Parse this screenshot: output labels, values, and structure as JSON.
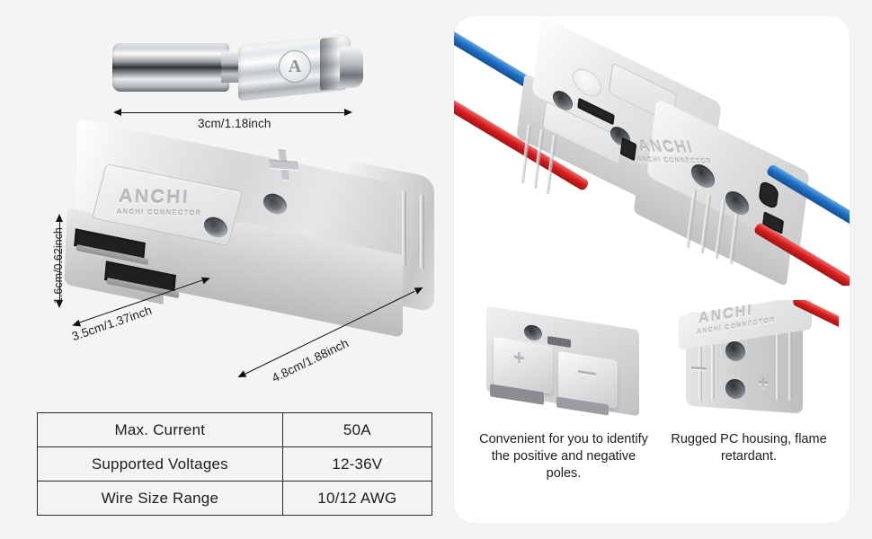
{
  "page": {
    "background_color": "#f4f4f4",
    "card_background": "#ffffff"
  },
  "left_panel": {
    "terminal": {
      "logo_letter": "A",
      "dimension_label": "3cm/1.18inch"
    },
    "connector": {
      "brand_emboss": "ANCHI",
      "brand_sub_emboss": "ANCHI CONNECTOR",
      "positive_mark": "+",
      "height_label": "1.6cm/0.62inch",
      "width_label": "3.5cm/1.37inch",
      "length_label": "4.8cm/1.88inch"
    },
    "spec_table": {
      "rows": [
        {
          "label": "Max. Current",
          "value": "50A"
        },
        {
          "label": "Supported Voltages",
          "value": "12-36V"
        },
        {
          "label": "Wire Size Range",
          "value": "10/12 AWG"
        }
      ]
    }
  },
  "right_card": {
    "hero": {
      "brand_emboss": "ANCHI",
      "brand_sub_emboss": "ANCHI CONNECTOR",
      "wire_colors": {
        "positive": "#d81f1f",
        "negative": "#1f6fc4"
      }
    },
    "tiles": [
      {
        "caption": "Convenient for you to identify the positive and negative poles.",
        "positive_mark": "+",
        "negative_mark": "—"
      },
      {
        "caption": "Rugged PC housing, flame retardant.",
        "brand_emboss": "ANCHI",
        "brand_sub_emboss": "ANCHI CONNECTOR",
        "positive_mark": "+",
        "negative_mark": "—"
      }
    ]
  }
}
